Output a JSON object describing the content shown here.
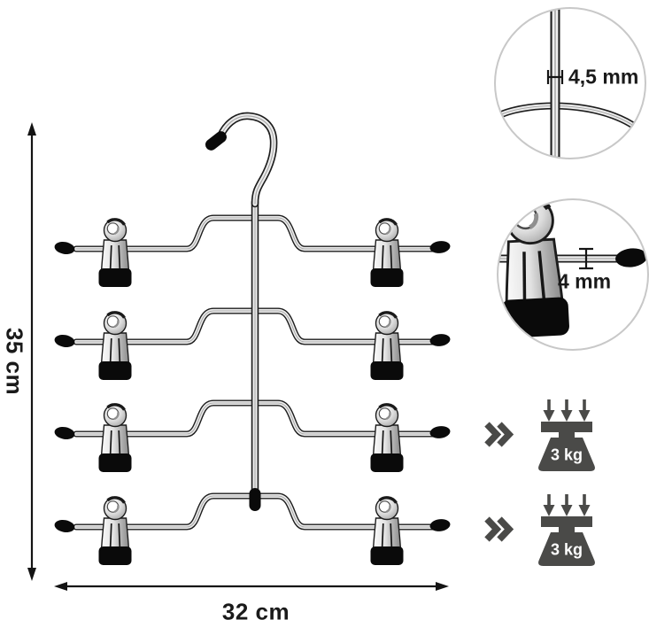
{
  "dimensions": {
    "height": "35 cm",
    "width": "32 cm"
  },
  "callouts": {
    "hook_wire_diameter": "4,5 mm",
    "clip_bar_diameter": "4 mm"
  },
  "capacity": {
    "rows": [
      {
        "label": "3 kg"
      },
      {
        "label": "3 kg"
      }
    ]
  },
  "hanger": {
    "tier_count": 4,
    "clip_count": 8
  },
  "icons": {
    "weight": "weight-icon",
    "double_chevron": "double-chevron-icon",
    "load_arrows": "down-arrows-icon",
    "hook": "hanger-hook"
  },
  "colors": {
    "background": "#ffffff",
    "line": "#1d1d1d",
    "chrome_light": "#ededed",
    "chrome_seam": "#a8a8a8",
    "rubber_black": "#0a0a0a",
    "icon_gray": "#4a4a48",
    "callout_circle_stroke": "#c8c8c8",
    "label_text": "#1a1a1a",
    "capacity_text": "#ffffff"
  }
}
